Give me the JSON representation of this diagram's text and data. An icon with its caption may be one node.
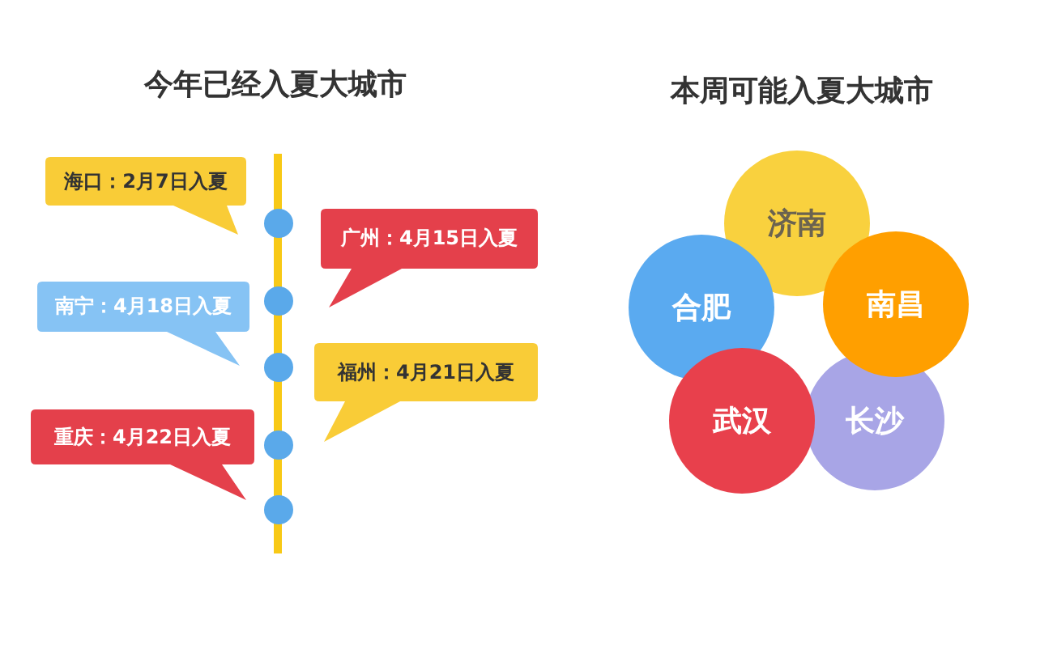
{
  "diagram": {
    "nodes": [
      {
        "text": [
          "海口：2月7日入夏"
        ]
      },
      {
        "text": [
          "广州：4月15日入夏"
        ]
      },
      {
        "text": [
          "南宁：4月18日入夏"
        ]
      },
      {
        "text": [
          "福州：4月21日入夏"
        ]
      },
      {
        "text": [
          "重庆：4月22日入夏"
        ]
      },
      {
        "text": [],
        "shape": "circle"
      },
      {
        "text": [],
        "shape": "circle"
      },
      {
        "text": [],
        "shape": "circle"
      },
      {
        "text": [],
        "shape": "circle"
      },
      {
        "text": [],
        "shape": "circle"
      },
      {
        "text": [
          "济南"
        ]
      },
      {
        "text": [
          "合肥"
        ]
      },
      {
        "text": [
          "南昌"
        ]
      },
      {
        "text": [
          "武汉"
        ]
      },
      {
        "text": [
          "长沙"
        ]
      }
    ],
    "labels": [
      "今年已经入夏大城市",
      "本周可能入夏大城市"
    ]
  }
}
